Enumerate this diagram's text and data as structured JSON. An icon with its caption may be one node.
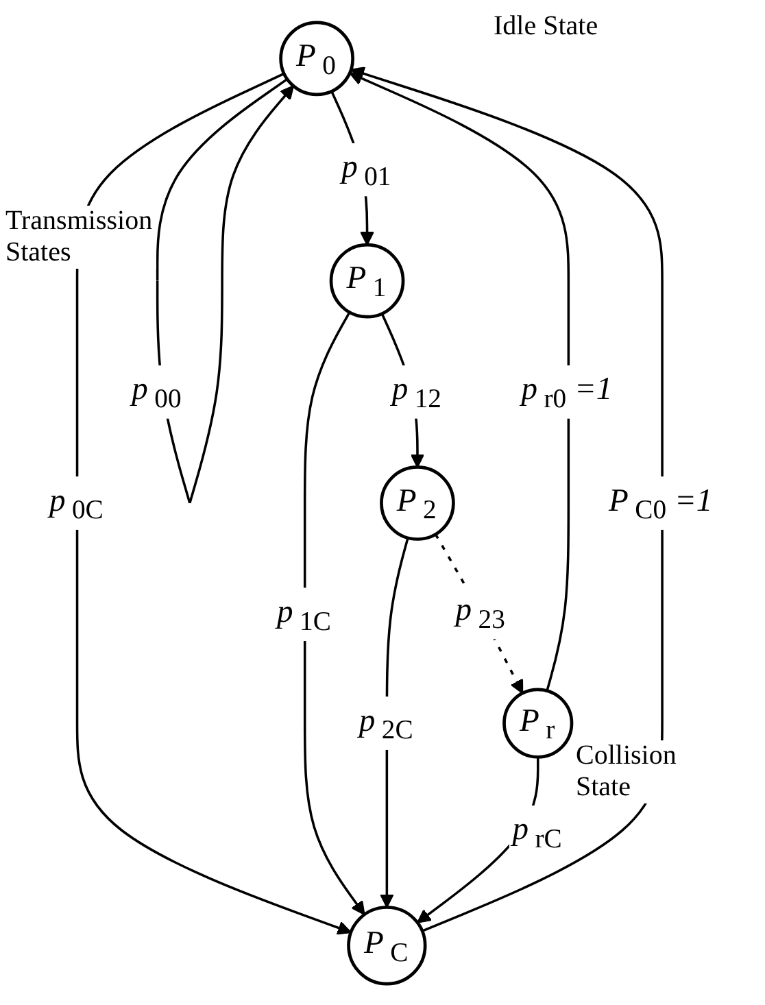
{
  "diagram": {
    "nodes": [
      {
        "text": [
          "*P*$_{0}$"
        ]
      },
      {
        "text": [
          "*P*$_{1}$"
        ]
      },
      {
        "text": [
          "*P*$_{2}$"
        ]
      },
      {
        "text": [
          "*P*$_{r}$"
        ]
      },
      {
        "text": [
          "*P*$_{C}$"
        ]
      }
    ],
    "edges": [
      {
        "from": 0,
        "to": 0,
        "arrow": "to",
        "label": "*p*$_{00}$"
      },
      {
        "from": 0,
        "to": 1,
        "arrow": "to",
        "label": "*p*$_{01}$"
      },
      {
        "from": 0,
        "to": 4,
        "arrow": "to",
        "label": "*p*$_{0C}$"
      },
      {
        "from": 1,
        "to": 4,
        "arrow": "to",
        "label": "*p*$_{1C}$"
      },
      {
        "from": 1,
        "to": 2,
        "arrow": "to",
        "label": "*p*$_{12}$"
      },
      {
        "from": 2,
        "to": 4,
        "arrow": "to",
        "label": "*p*$_{2C}$"
      },
      {
        "from": 2,
        "to": 3,
        "arrow": "to",
        "label": "*p*$_{23}$",
        "style": "dashed"
      },
      {
        "from": 3,
        "to": 4,
        "arrow": "to",
        "label": "*p*$_{rC}$"
      },
      {
        "from": 3,
        "to": 0,
        "arrow": "to",
        "label": "*p*$_{r0}$*=1*"
      },
      {
        "from": 4,
        "to": 0,
        "arrow": "to",
        "label": "*P*$_{C0}$*=1*"
      }
    ],
    "labels": [
      "Idle State",
      "Transmission States",
      "Collision State"
    ]
  }
}
